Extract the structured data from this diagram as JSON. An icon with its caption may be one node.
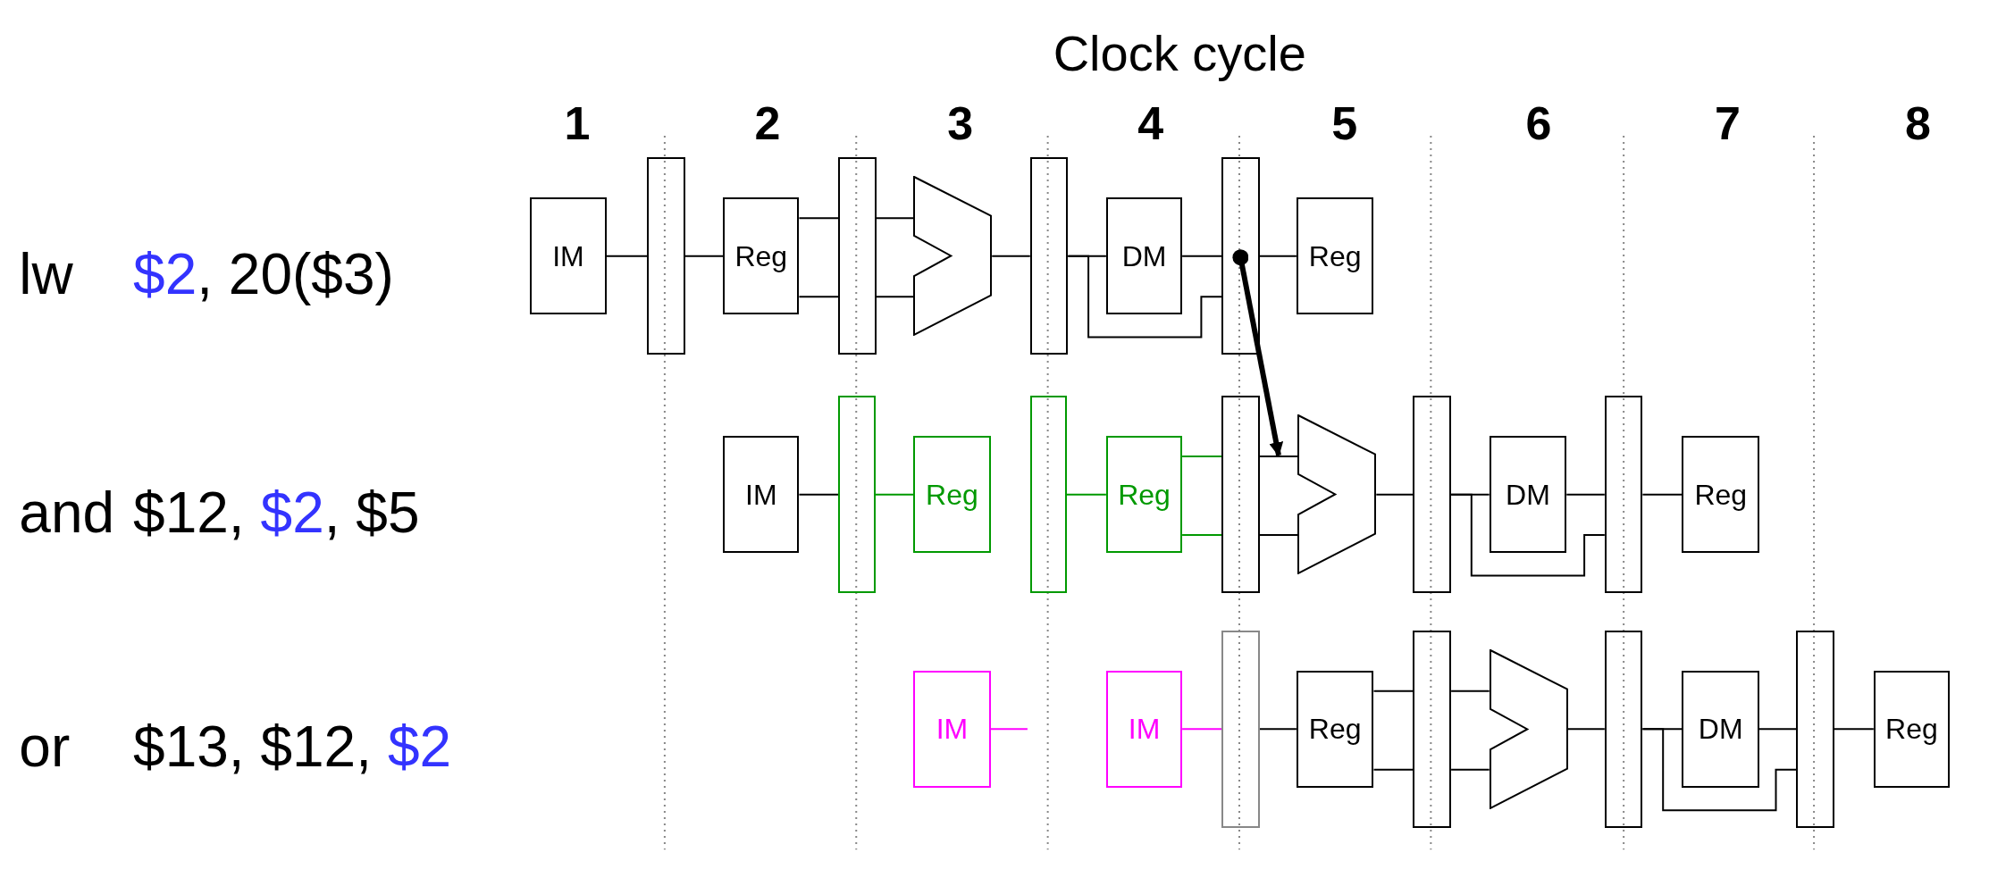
{
  "diagram": {
    "title": "Clock cycle",
    "nodes": [
      {
        "text": [
          "IM"
        ]
      },
      {
        "text": [],
        "shape": "bar"
      },
      {
        "text": [
          "Reg"
        ]
      },
      {
        "text": [],
        "shape": "bar"
      },
      {
        "text": [],
        "shape": "trapezoid"
      },
      {
        "text": [],
        "shape": "bar"
      },
      {
        "text": [
          "DM"
        ]
      },
      {
        "text": [],
        "shape": "bar"
      },
      {
        "text": [
          "Reg"
        ]
      },
      {
        "text": [
          "IM"
        ]
      },
      {
        "text": [],
        "shape": "bar"
      },
      {
        "text": [
          "Reg"
        ]
      },
      {
        "text": [],
        "shape": "bar"
      },
      {
        "text": [
          "Reg"
        ]
      },
      {
        "text": [],
        "shape": "bar"
      },
      {
        "text": [],
        "shape": "trapezoid"
      },
      {
        "text": [],
        "shape": "bar"
      },
      {
        "text": [
          "DM"
        ]
      },
      {
        "text": [],
        "shape": "bar"
      },
      {
        "text": [
          "Reg"
        ]
      },
      {
        "text": [
          "IM"
        ]
      },
      {
        "text": [
          "IM"
        ]
      },
      {
        "text": [],
        "shape": "bar"
      },
      {
        "text": [
          "Reg"
        ]
      },
      {
        "text": [],
        "shape": "bar"
      },
      {
        "text": [],
        "shape": "trapezoid"
      },
      {
        "text": [],
        "shape": "bar"
      },
      {
        "text": [
          "DM"
        ]
      },
      {
        "text": [],
        "shape": "bar"
      },
      {
        "text": [
          "Reg"
        ]
      }
    ],
    "edges": [
      {
        "from": 0,
        "to": 1,
        "arrow": "none"
      },
      {
        "from": 1,
        "to": 2,
        "arrow": "none"
      },
      {
        "from": 2,
        "to": 3,
        "arrow": "none"
      },
      {
        "from": 2,
        "to": 3,
        "arrow": "none"
      },
      {
        "from": 3,
        "to": 4,
        "arrow": "none"
      },
      {
        "from": 3,
        "to": 4,
        "arrow": "none"
      },
      {
        "from": 4,
        "to": 5,
        "arrow": "none"
      },
      {
        "from": 5,
        "to": 6,
        "arrow": "none"
      },
      {
        "from": 5,
        "to": 7,
        "arrow": "none"
      },
      {
        "from": 6,
        "to": 7,
        "arrow": "none"
      },
      {
        "from": 7,
        "to": 8,
        "arrow": "none"
      },
      {
        "from": 7,
        "to": 15,
        "arrow": "to",
        "style": "thick"
      },
      {
        "from": 9,
        "to": 10,
        "arrow": "none"
      },
      {
        "from": 10,
        "to": 11,
        "arrow": "none",
        "color": "#009900"
      },
      {
        "from": 12,
        "to": 13,
        "arrow": "none",
        "color": "#009900"
      },
      {
        "from": 13,
        "to": 14,
        "arrow": "none",
        "color": "#009900"
      },
      {
        "from": 13,
        "to": 14,
        "arrow": "none",
        "color": "#009900"
      },
      {
        "from": 14,
        "to": 15,
        "arrow": "none"
      },
      {
        "from": 14,
        "to": 15,
        "arrow": "none"
      },
      {
        "from": 15,
        "to": 16,
        "arrow": "none"
      },
      {
        "from": 16,
        "to": 17,
        "arrow": "none"
      },
      {
        "from": 16,
        "to": 18,
        "arrow": "none"
      },
      {
        "from": 17,
        "to": 18,
        "arrow": "none"
      },
      {
        "from": 18,
        "to": 19,
        "arrow": "none"
      },
      {
        "from": 20,
        "to": null,
        "arrow": "none",
        "color": "#ff00ff"
      },
      {
        "from": 21,
        "to": 22,
        "arrow": "none",
        "color": "#ff00ff"
      },
      {
        "from": 22,
        "to": 23,
        "arrow": "none"
      },
      {
        "from": 23,
        "to": 24,
        "arrow": "none"
      },
      {
        "from": 23,
        "to": 24,
        "arrow": "none"
      },
      {
        "from": 24,
        "to": 25,
        "arrow": "none"
      },
      {
        "from": 24,
        "to": 25,
        "arrow": "none"
      },
      {
        "from": 25,
        "to": 26,
        "arrow": "none"
      },
      {
        "from": 26,
        "to": 27,
        "arrow": "none"
      },
      {
        "from": 26,
        "to": 28,
        "arrow": "none"
      },
      {
        "from": 27,
        "to": 28,
        "arrow": "none"
      },
      {
        "from": 28,
        "to": 29,
        "arrow": "none"
      }
    ],
    "labels": [
      "1",
      "2",
      "3",
      "4",
      "5",
      "6",
      "7",
      "8",
      "lw",
      "$2",
      ", 20($3)",
      "and",
      "$12,",
      "$2",
      ", $5",
      "or",
      "$13, $12,",
      "$2"
    ]
  }
}
